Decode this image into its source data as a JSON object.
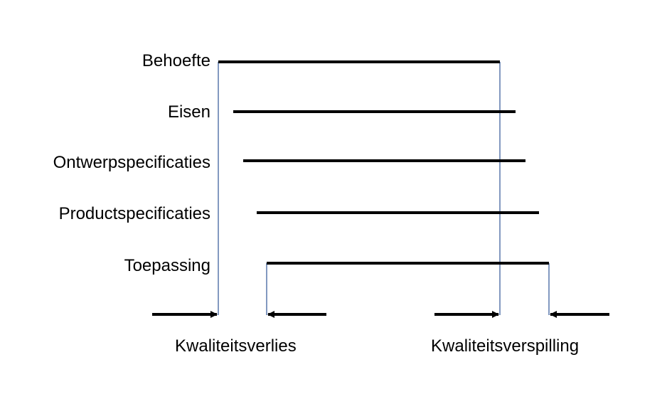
{
  "diagram": {
    "rows": [
      {
        "label": "Behoefte"
      },
      {
        "label": "Eisen"
      },
      {
        "label": "Ontwerpspecificaties"
      },
      {
        "label": "Productspecificaties"
      },
      {
        "label": "Toepassing"
      }
    ],
    "bottom_labels": {
      "left": "Kwaliteitsverlies",
      "right": "Kwaliteitsverspilling"
    },
    "colors": {
      "bar": "#000000",
      "guide_line": "#2f5597",
      "arrow": "#000000"
    }
  }
}
